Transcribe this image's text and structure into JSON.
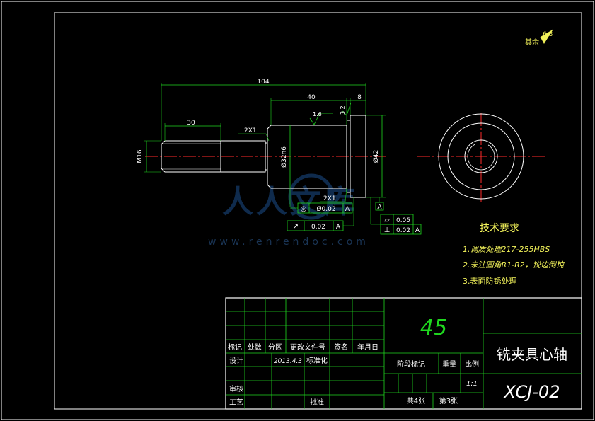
{
  "surface_finish": {
    "label": "其余",
    "value": "6.3"
  },
  "dimensions": {
    "overall_length": "104",
    "large_length": "40",
    "flange_width": "8",
    "thread_length": "30",
    "chamfer_thread": "2X1",
    "chamfer_body": "2X1",
    "thread_spec": "M16",
    "body_diameter": "Ø32n6",
    "flange_diameter": "Ø42",
    "rough_a": "1.6",
    "rough_b": "3.2"
  },
  "tolerances": {
    "circularity_symbol": "◎",
    "circularity_value": "Ø0.02",
    "circularity_datum": "A",
    "runout_symbol": "↗",
    "runout_value": "0.02",
    "runout_datum": "A",
    "flatness_symbol": "▱",
    "flatness_value": "0.05",
    "perp_symbol": "⊥",
    "perp_value": "0.02",
    "perp_datum": "A",
    "datum_label": "A"
  },
  "watermark": {
    "text": "人人文库",
    "url": "www.renrendoc.com"
  },
  "tech_req": {
    "title": "技术要求",
    "items": [
      "1.调质处理217-255HBS",
      "2.未注圆角R1-R2，锐边倒钝",
      "3.表面防锈处理"
    ]
  },
  "title_block": {
    "material": "45",
    "part_name": "铣夹具心轴",
    "drawing_no": "XCJ-02",
    "headers": [
      "标记",
      "处数",
      "分区",
      "更改文件号",
      "签名",
      "年月日"
    ],
    "design_label": "设计",
    "design_date": "2013.4.3",
    "standardization": "标准化",
    "review_label": "审核",
    "process_label": "工艺",
    "approve_label": "批准",
    "stage_label": "阶段标记",
    "weight_label": "重量",
    "scale_label": "比例",
    "scale_value": "1:1",
    "sheets_total": "共4张",
    "sheet_no": "第3张"
  }
}
